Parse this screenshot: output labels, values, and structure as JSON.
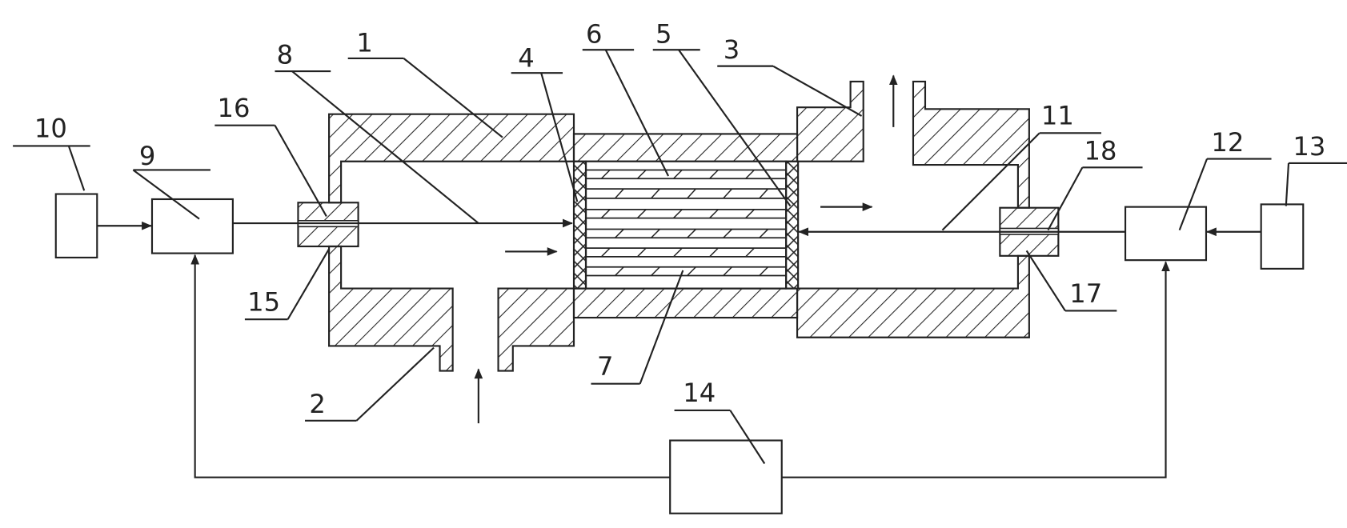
{
  "labels": {
    "housing": "1",
    "inlet": "2",
    "outlet": "3",
    "mesh_left": "4",
    "mesh_right": "5",
    "upper_stack": "6",
    "lower_stack": "7",
    "left_wire": "8",
    "left_unit": "9",
    "left_source": "10",
    "right_wire": "11",
    "right_unit": "12",
    "right_source": "13",
    "controller": "14",
    "left_seal_lower": "15",
    "left_seal_upper": "16",
    "right_seal_lower": "17",
    "right_seal_upper": "18"
  }
}
